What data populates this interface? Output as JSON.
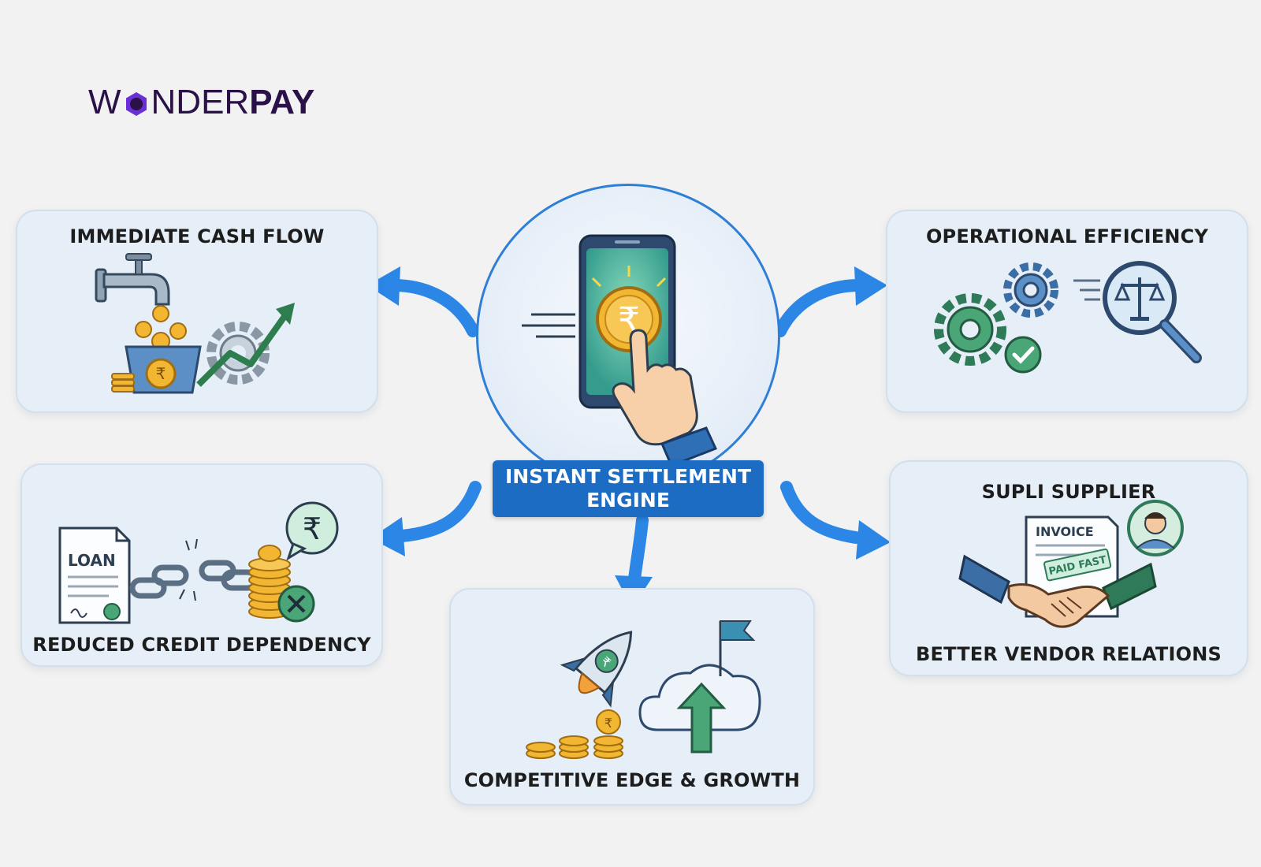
{
  "logo": {
    "text_light": "W",
    "text_light2": "NDER",
    "text_bold": "PAY"
  },
  "center": {
    "label_line1": "INSTANT SETTLEMENT",
    "label_line2": "ENGINE"
  },
  "cards": {
    "cash_flow": {
      "title": "IMMEDIATE CASH FLOW"
    },
    "efficiency": {
      "title": "OPERATIONAL EFFICIENCY"
    },
    "credit": {
      "title": "REDUCED CREDIT DEPENDENCY",
      "doc_label": "LOAN"
    },
    "vendor": {
      "title": "SUPLI SUPPLIER",
      "subtitle": "BETTER VENDOR RELATIONS",
      "invoice_label": "INVOICE",
      "stamp": "PAID FAST"
    },
    "growth": {
      "title": "COMPETITIVE EDGE & GROWTH"
    }
  },
  "colors": {
    "accent": "#1d6cc4",
    "arrow": "#2b86e6",
    "coin": "#f2b632",
    "green": "#3c9a5f",
    "card_bg": "#e6eef7"
  },
  "icons": [
    "faucet-icon",
    "coin-basket-icon",
    "gear-icon",
    "growth-arrow-icon",
    "smartphone-icon",
    "rupee-coin-icon",
    "pointing-hand-icon",
    "gears-icon",
    "checkmark-icon",
    "scales-magnifier-icon",
    "loan-document-icon",
    "broken-chain-icon",
    "rupee-bubble-icon",
    "coin-stack-icon",
    "x-badge-icon",
    "invoice-icon",
    "avatar-icon",
    "handshake-icon",
    "rocket-icon",
    "cloud-upload-icon",
    "flag-icon"
  ]
}
